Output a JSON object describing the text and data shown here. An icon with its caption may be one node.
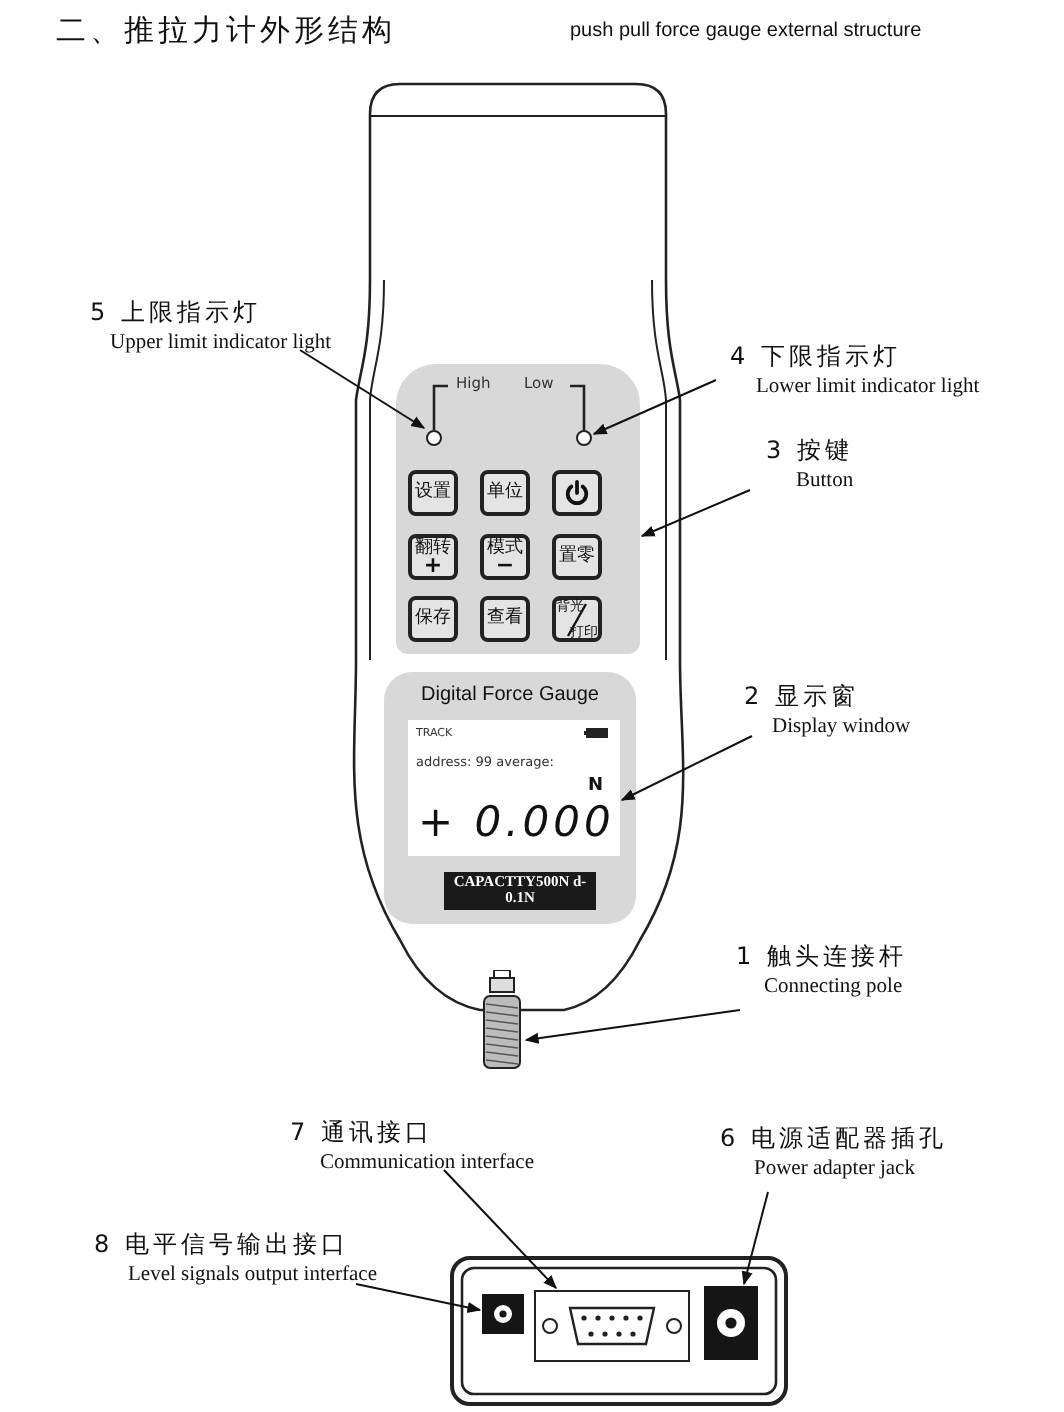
{
  "diagram": {
    "title": "二、推拉力计外形结构",
    "nodes": [
      {
        "text": [
          "5 上限指示灯",
          "Upper limit indicator light"
        ]
      },
      {
        "text": [
          "4 下限指示灯",
          "Lower limit indicator light"
        ]
      },
      {
        "text": [],
        "shape": "box"
      },
      {
        "text": [],
        "shape": "circle",
        "in": 2
      },
      {
        "text": [],
        "shape": "circle",
        "in": 2
      },
      {
        "text": [
          "设置"
        ],
        "in": 2
      },
      {
        "text": [
          "单位"
        ],
        "in": 2
      },
      {
        "text": [],
        "shape": "box",
        "in": 2
      },
      {
        "text": [
          "翻转",
          "+"
        ],
        "in": 2
      },
      {
        "text": [
          "模式",
          "−"
        ],
        "in": 2
      },
      {
        "text": [
          "置零"
        ],
        "in": 2
      },
      {
        "text": [
          "保存"
        ],
        "in": 2
      },
      {
        "text": [
          "查看"
        ],
        "in": 2
      },
      {
        "text": [
          "背光",
          "打印"
        ],
        "in": 2
      },
      {
        "text": [
          "3 按键",
          "Button"
        ]
      },
      {
        "text": [
          "Digital Force Gauge"
        ]
      },
      {
        "text": [
          "TRACK",
          "address: 99 average:",
          "N",
          "+ 0.000"
        ],
        "in": 15
      },
      {
        "text": [
          "CAPACTTY500N d-0.1N"
        ],
        "in": 15
      },
      {
        "text": [
          "2 显示窗",
          "Display window"
        ]
      },
      {
        "text": [],
        "shape": "cylinder"
      },
      {
        "text": [
          "1 触头连接杆",
          "Connecting pole"
        ]
      },
      {
        "text": [
          "7 通讯接口",
          "Communication interface"
        ]
      },
      {
        "text": [
          "6 电源适配器插孔",
          "Power adapter jack"
        ]
      },
      {
        "text": [
          "8 电平信号输出接口",
          "Level signals output interface"
        ]
      },
      {
        "text": [],
        "shape": "box"
      },
      {
        "text": [],
        "shape": "box"
      },
      {
        "text": [],
        "shape": "box"
      }
    ],
    "edges": [
      {
        "from": 0,
        "to": 3,
        "arrow": "to"
      },
      {
        "from": 1,
        "to": 4,
        "arrow": "to"
      },
      {
        "from": 14,
        "to": 2,
        "arrow": "to"
      },
      {
        "from": 18,
        "to": 16,
        "arrow": "to"
      },
      {
        "from": 20,
        "to": 19,
        "arrow": "to"
      },
      {
        "from": 21,
        "to": 25,
        "arrow": "to"
      },
      {
        "from": 22,
        "to": 26,
        "arrow": "to"
      },
      {
        "from": 23,
        "to": 24,
        "arrow": "to"
      }
    ],
    "labels": [
      "push pull force gauge external structure",
      "High",
      "Low"
    ]
  }
}
